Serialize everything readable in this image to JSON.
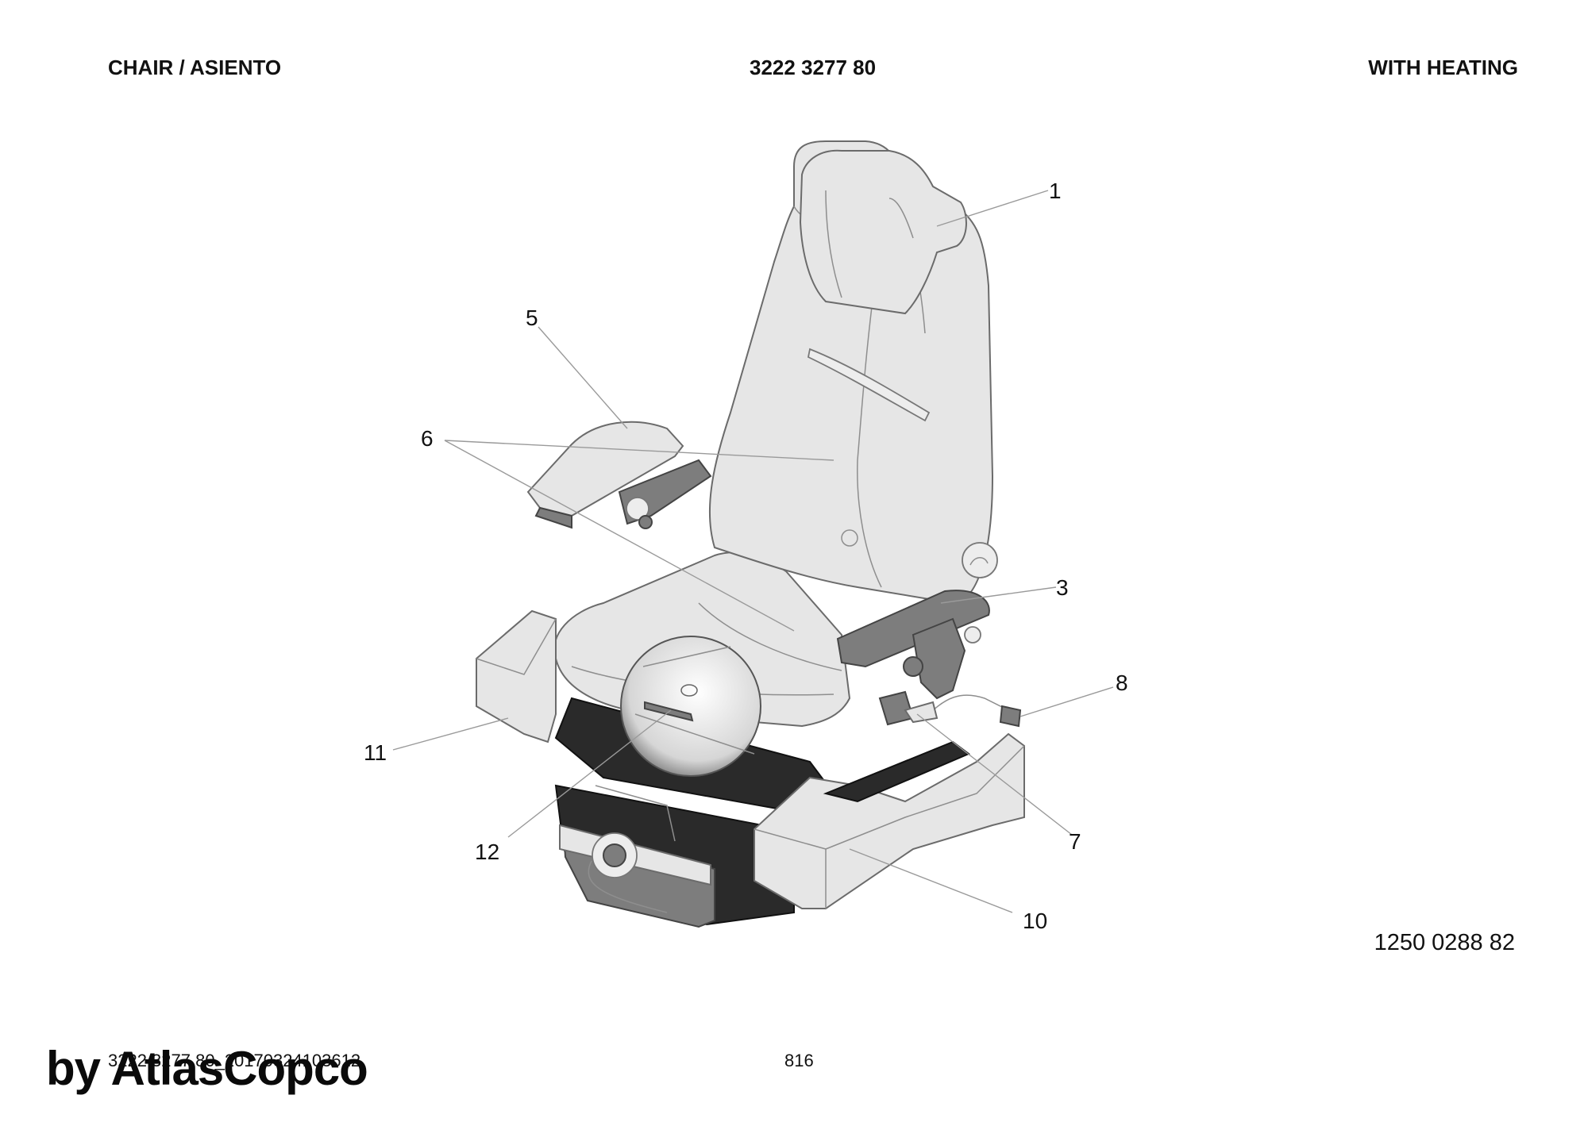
{
  "header": {
    "left": "CHAIR / ASIENTO",
    "center": "3222 3277 80",
    "right": "WITH HEATING"
  },
  "drawing_number": "1250 0288 82",
  "footer": {
    "document_id": "3222 3277 80_20170324103612",
    "page": "816"
  },
  "watermark": "by AtlasCopco",
  "callouts": [
    {
      "label": "1"
    },
    {
      "label": "5"
    },
    {
      "label": "6"
    },
    {
      "label": "3"
    },
    {
      "label": "8"
    },
    {
      "label": "11"
    },
    {
      "label": "7"
    },
    {
      "label": "12"
    },
    {
      "label": "10"
    }
  ]
}
